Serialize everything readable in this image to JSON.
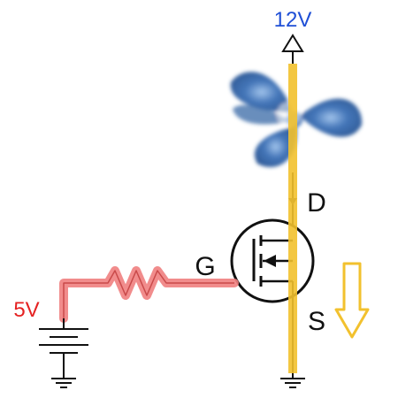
{
  "labels": {
    "supply_voltage": "12V",
    "gate_voltage": "5V",
    "drain": "D",
    "gate": "G",
    "source": "S"
  },
  "colors": {
    "supply_label": "#1f4fd6",
    "gate_label": "#e52222",
    "gate_path": "#f08080",
    "current_path": "#f2c12e",
    "wire": "#111111",
    "fan": "#3a6fb5"
  },
  "icons": {
    "load": "fan-icon",
    "current_direction": "down-arrow-icon"
  }
}
